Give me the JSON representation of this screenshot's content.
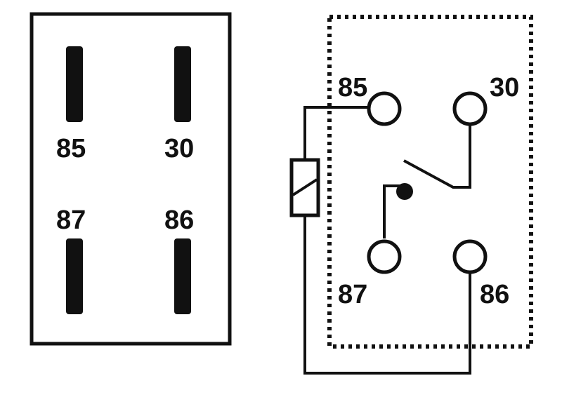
{
  "colors": {
    "ink": "#111111",
    "background": "#ffffff"
  },
  "pinout_view": {
    "title": "relay-pin-layout",
    "pins": [
      {
        "label": "85",
        "position": "top-left"
      },
      {
        "label": "30",
        "position": "top-right"
      },
      {
        "label": "87",
        "position": "bottom-left"
      },
      {
        "label": "86",
        "position": "bottom-right"
      }
    ]
  },
  "schematic_view": {
    "title": "relay-schematic",
    "terminals": [
      {
        "label": "85",
        "role": "coil terminal"
      },
      {
        "label": "30",
        "role": "common contact"
      },
      {
        "label": "87",
        "role": "normally open contact"
      },
      {
        "label": "86",
        "role": "coil terminal"
      }
    ],
    "components": [
      "coil",
      "switch",
      "dotted-relay-housing"
    ]
  }
}
